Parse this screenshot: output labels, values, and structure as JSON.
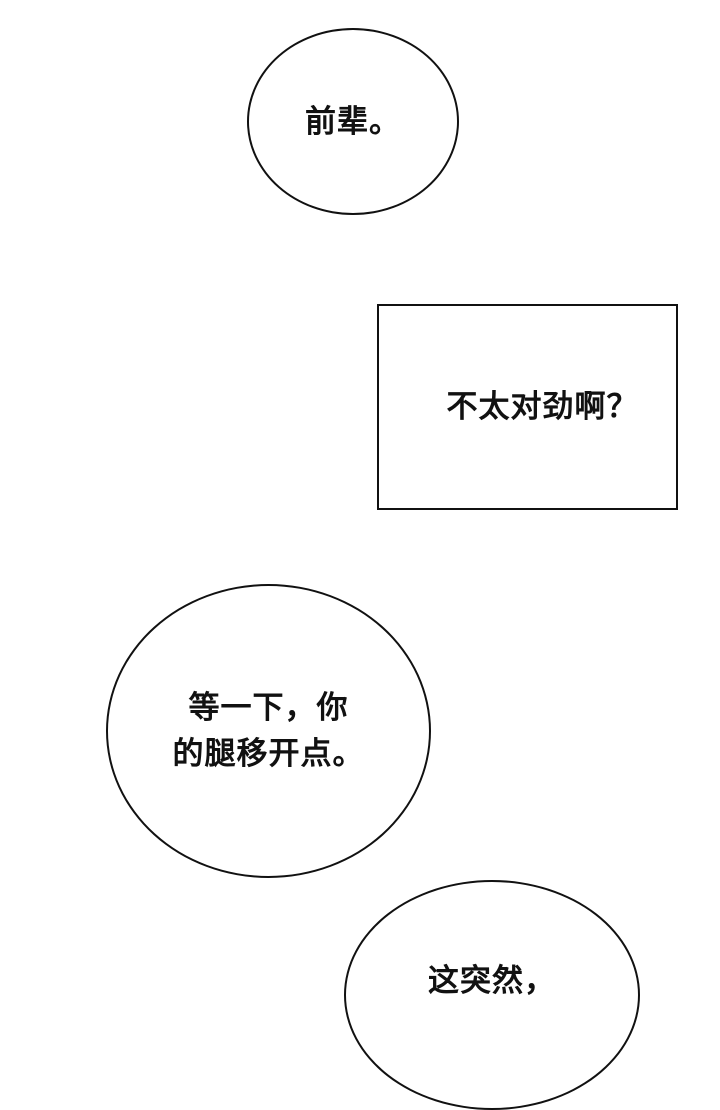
{
  "panels": [
    {
      "lines": [
        "前辈。"
      ]
    },
    {
      "lines": [
        "不太对劲啊？"
      ]
    },
    {
      "lines": [
        "等一下，你",
        "的腿移开点。"
      ]
    },
    {
      "lines": [
        "这突然，"
      ]
    }
  ]
}
